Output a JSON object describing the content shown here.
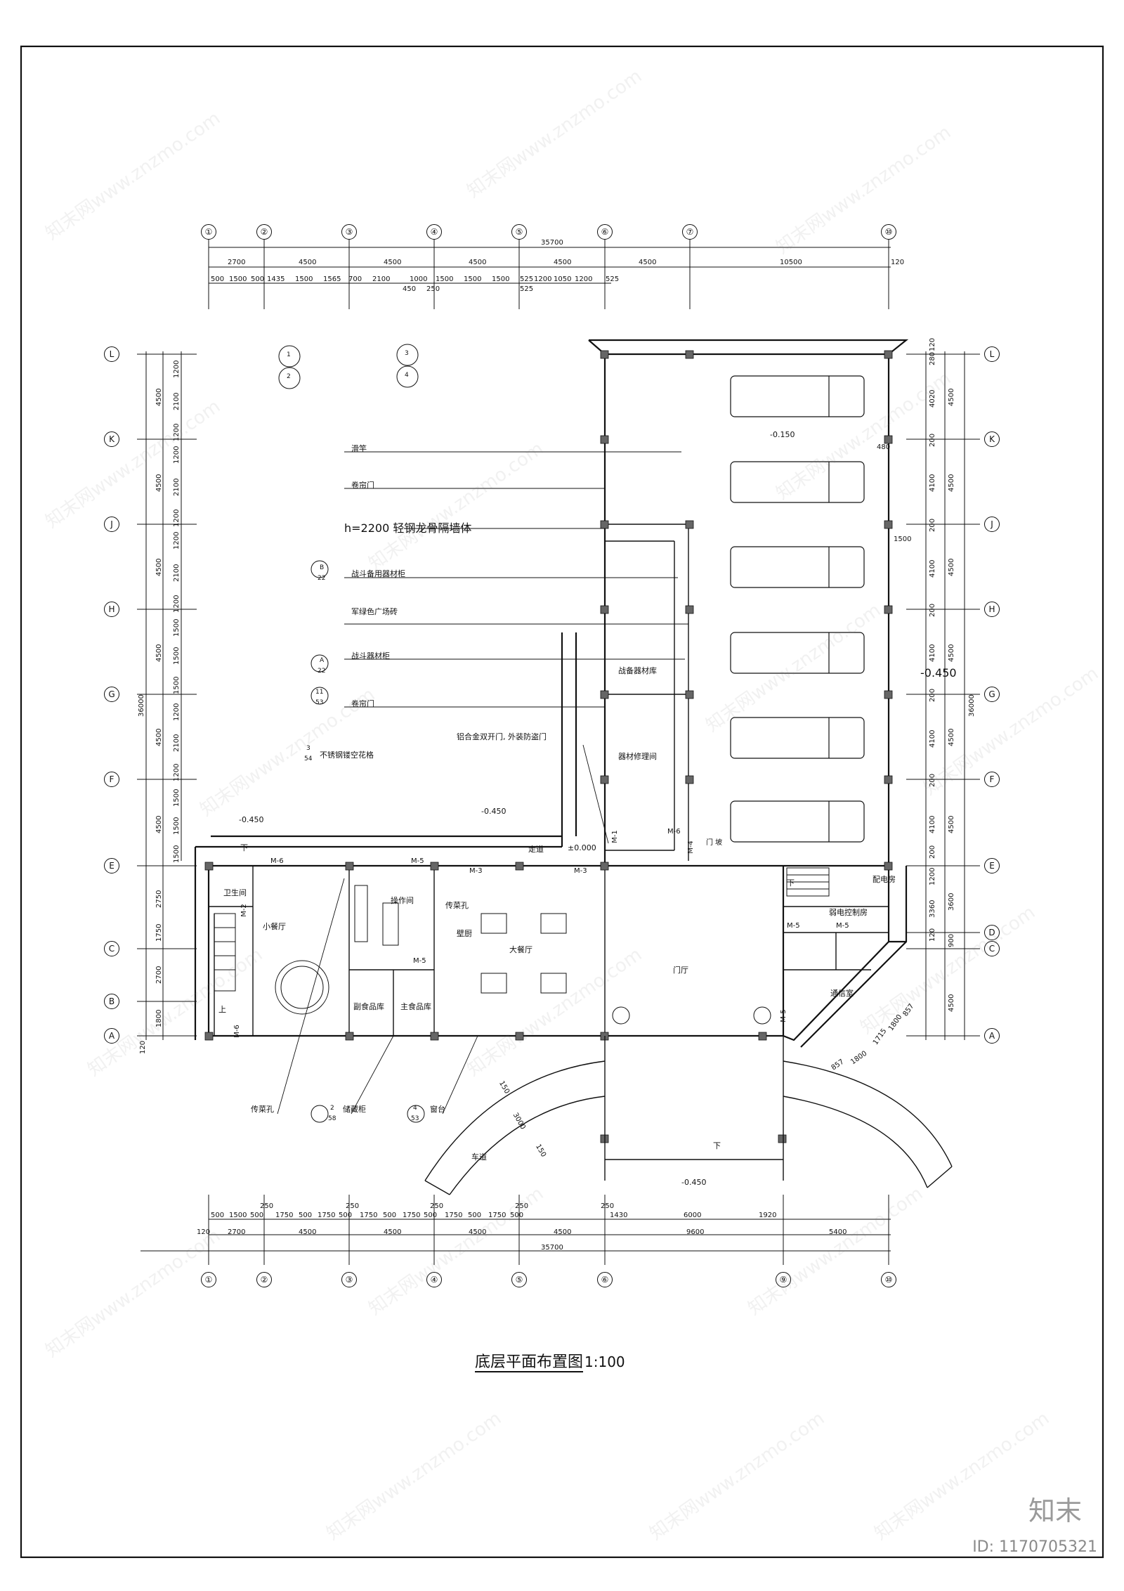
{
  "drawing": {
    "title": "底层平面布置图",
    "scale": "1:100",
    "axes_top": [
      "①",
      "②",
      "③",
      "④",
      "⑤",
      "⑥",
      "⑦",
      "⑩"
    ],
    "axes_bottom": [
      "①",
      "②",
      "③",
      "④",
      "⑤",
      "⑥",
      "⑨",
      "⑩"
    ],
    "axes_left": [
      "L",
      "K",
      "J",
      "H",
      "G",
      "F",
      "E",
      "C",
      "B",
      "A"
    ],
    "axes_right": [
      "L",
      "K",
      "J",
      "H",
      "G",
      "F",
      "E",
      "D",
      "C",
      "A"
    ],
    "dims_top_total": "35700",
    "dims_top_axis": [
      "2700",
      "4500",
      "4500",
      "4500",
      "4500",
      "4500",
      "10500"
    ],
    "dims_top_detail": [
      "500",
      "1500",
      "500",
      "1435",
      "1500",
      "1565",
      "700",
      "2100",
      "1000",
      "1500",
      "1500",
      "1500",
      "525",
      "1200",
      "1050",
      "1200",
      "525"
    ],
    "dims_top_small": [
      "450",
      "250",
      "525"
    ],
    "dims_top_edge": "120",
    "dims_bottom_total": "35700",
    "dims_bottom_axis": [
      "2700",
      "4500",
      "4500",
      "4500",
      "4500",
      "9600",
      "5400"
    ],
    "dims_bottom_detail": [
      "500",
      "1500",
      "500",
      "1750",
      "500",
      "1750",
      "500",
      "1750",
      "500",
      "1750",
      "500",
      "1750",
      "500",
      "1750",
      "500",
      "1430",
      "6000",
      "1920"
    ],
    "dims_bottom_small": [
      "250",
      "250",
      "250",
      "250",
      "250"
    ],
    "dims_bottom_edge": "120",
    "dims_left_total": "36000",
    "dims_left_axis": [
      "4500",
      "4500",
      "4500",
      "4500",
      "4500",
      "2750",
      "1750",
      "2700",
      "1800"
    ],
    "dims_left_detail": [
      "1200",
      "2100",
      "1200",
      "1200",
      "2100",
      "1200",
      "1200",
      "2100",
      "1200",
      "1500",
      "1500",
      "1500",
      "1200",
      "2100",
      "1200",
      "1500",
      "1500",
      "1500"
    ],
    "dims_left_edge": "120",
    "dims_right_total": "36000",
    "dims_right_axis": [
      "4500",
      "4500",
      "4500",
      "4500",
      "4500",
      "3600",
      "900",
      "4500"
    ],
    "dims_right_detail": [
      "280",
      "120",
      "4020",
      "200",
      "4100",
      "200",
      "4100",
      "200",
      "4100",
      "200",
      "4100",
      "200",
      "4100",
      "200",
      "1200",
      "3360",
      "120"
    ],
    "dims_right_misc": [
      "480",
      "1500"
    ],
    "dims_diag": [
      "857",
      "1800",
      "1715",
      "1800",
      "857"
    ],
    "dims_ramp": [
      "150",
      "3000",
      "150"
    ],
    "elevations": [
      "-0.150",
      "-0.450",
      "-0.450",
      "-0.450",
      "±0.000",
      "-0.450"
    ],
    "rooms": [
      "卫生间",
      "小餐厅",
      "操作间",
      "传菜孔",
      "壁厨",
      "大餐厅",
      "副食品库",
      "主食品库",
      "门厅",
      "配电房",
      "弱电控制房",
      "通信室",
      "战备器材库",
      "器材修理间",
      "走道",
      "车道"
    ],
    "doors": [
      "M-6",
      "M-5",
      "M-3",
      "M-3",
      "M-5",
      "M-1",
      "M-6",
      "M-2",
      "M-6",
      "M-5",
      "M-5",
      "M-4",
      "M-5"
    ],
    "stair_marks": [
      "上",
      "下",
      "下",
      "下"
    ],
    "callouts": [
      {
        "text": "滑竿"
      },
      {
        "text": "卷帘门"
      },
      {
        "text": "h=2200 轻钢龙骨隔墙体"
      },
      {
        "text": "战斗备用器材柜",
        "ref_top": "B",
        "ref_bottom": "22"
      },
      {
        "text": "军绿色广场砖"
      },
      {
        "text": "战斗器材柜",
        "ref_top": "A",
        "ref_bottom": "22"
      },
      {
        "text": "卷帘门",
        "ref_top": "11",
        "ref_bottom": "53"
      },
      {
        "text": "铝合金双开门, 外装防盗门"
      },
      {
        "text": "不锈钢镂空花格",
        "ref_top": "3",
        "ref_bottom": "54"
      },
      {
        "text": "传菜孔"
      },
      {
        "text": "储藏柜",
        "ref_top": "2",
        "ref_bottom": "58"
      },
      {
        "text": "窗台",
        "ref_top": "4",
        "ref_bottom": "53"
      }
    ],
    "index_symbols": [
      "1",
      "2",
      "3",
      "4"
    ],
    "door_tag_small": "门 坡"
  },
  "watermark": {
    "text": "知末网www.znzmo.com",
    "brand": "知末",
    "id": "ID: 1170705321"
  }
}
